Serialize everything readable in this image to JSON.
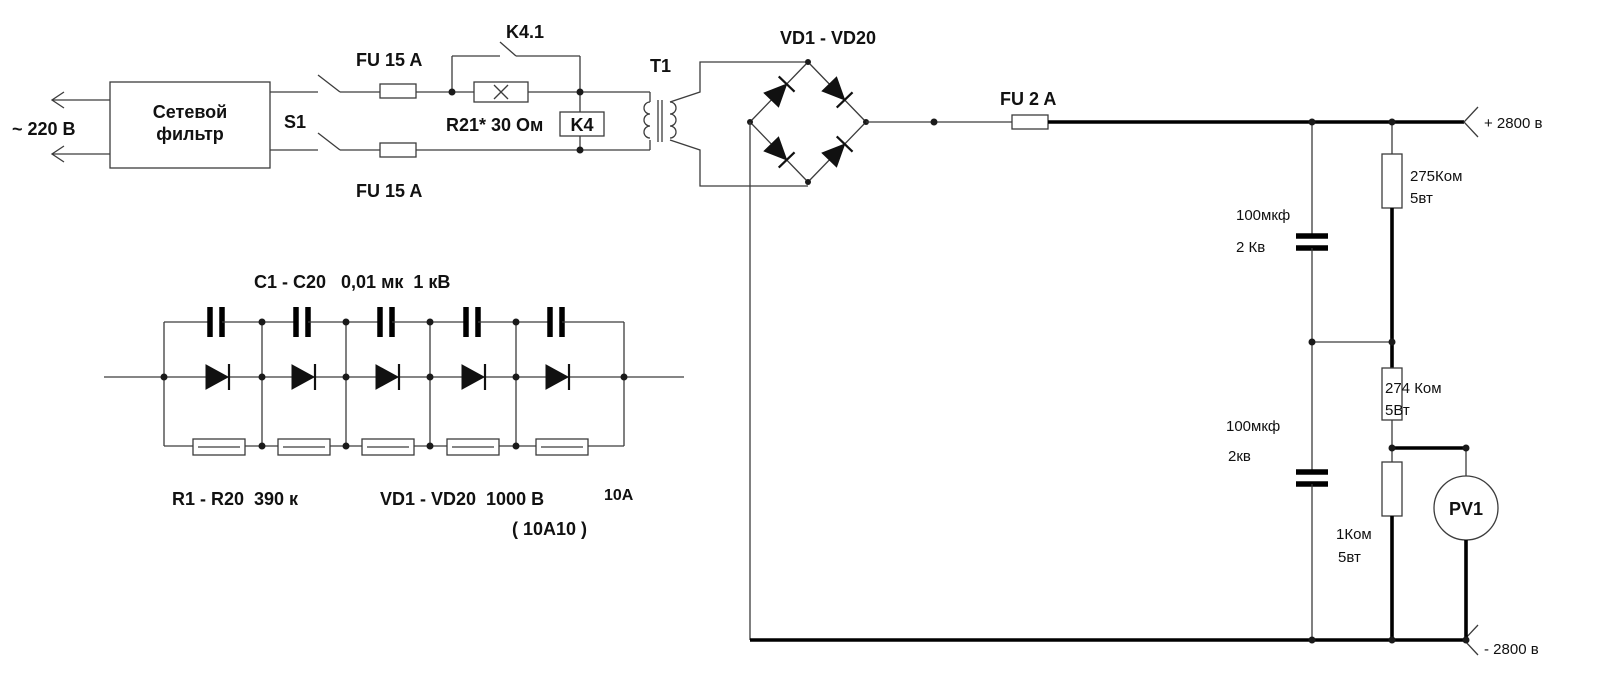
{
  "mains": {
    "input": "~ 220 В",
    "filter_line1": "Сетевой",
    "filter_line2": "фильтр",
    "switch": "S1",
    "fuse_top": "FU 15 A",
    "fuse_bottom": "FU 15 A",
    "relay_contact": "K4.1",
    "relay_coil": "K4",
    "resistor": "R21* 30 Ом",
    "transformer": "T1"
  },
  "rectifier": {
    "bridge": "VD1 - VD20",
    "fuse": "FU 2 A",
    "out_plus": "+ 2800",
    "out_plus_unit": "в",
    "out_minus": "- 2800",
    "out_minus_unit": "в"
  },
  "filter": {
    "c_top_value": "100мкф",
    "c_top_voltage": "2 Кв",
    "c_bot_value": "100мкф",
    "c_bot_voltage": "2кв",
    "r_top_value": "275Ком",
    "r_top_power": "5вт",
    "r_mid_value": "274 Ком",
    "r_mid_power": "5Вт",
    "r_bot_value": "1Ком",
    "r_bot_power": "5вт",
    "meter": "PV1"
  },
  "detail": {
    "cap_label": "C1 - C20   0,01 мк  1 кВ",
    "res_label": "R1 - R20  390 к",
    "diode_label": "VD1 - VD20  1000 В",
    "current": "10A",
    "part": "( 10A10 )"
  }
}
